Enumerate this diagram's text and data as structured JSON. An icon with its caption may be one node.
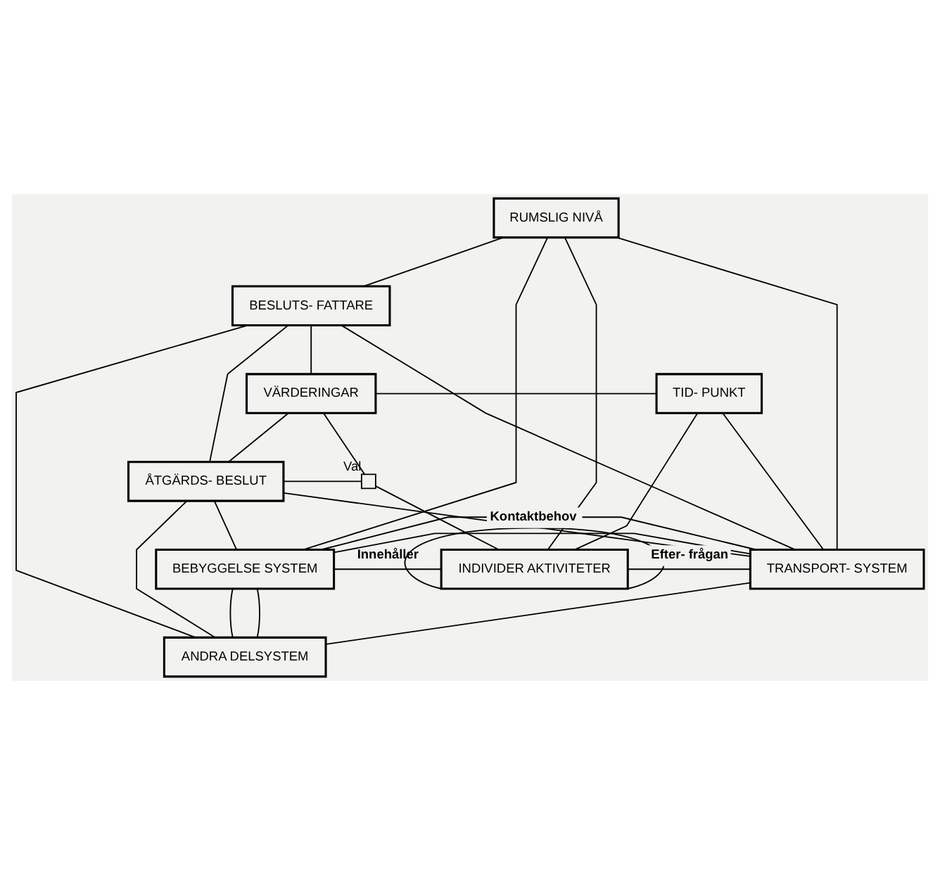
{
  "diagram": {
    "nodes": [
      {
        "text": [
          "RUMSLIG NIVÅ"
        ]
      },
      {
        "text": [
          "BESLUTS- FATTARE"
        ]
      },
      {
        "text": [
          "VÄRDERINGAR"
        ]
      },
      {
        "text": [
          "TID- PUNKT"
        ]
      },
      {
        "text": [
          "ÅTGÄRDS- BESLUT"
        ]
      },
      {
        "text": [],
        "shape": "box",
        "beside": [
          "Val"
        ]
      },
      {
        "text": [
          "BEBYGGELSE SYSTEM"
        ]
      },
      {
        "text": [
          "INDIVIDER AKTIVITETER"
        ]
      },
      {
        "text": [
          "TRANSPORT- SYSTEM"
        ]
      },
      {
        "text": [
          "ANDRA DELSYSTEM"
        ]
      }
    ],
    "edges": [
      {
        "from": 0,
        "to": 1,
        "arrow": "none"
      },
      {
        "from": 0,
        "to": 8,
        "arrow": "none"
      },
      {
        "from": 0,
        "to": 6,
        "arrow": "none"
      },
      {
        "from": 0,
        "to": 7,
        "arrow": "none"
      },
      {
        "from": 1,
        "to": 4,
        "arrow": "none"
      },
      {
        "from": 1,
        "to": 2,
        "arrow": "none"
      },
      {
        "from": 1,
        "to": 8,
        "arrow": "none"
      },
      {
        "from": 1,
        "to": 9,
        "arrow": "none"
      },
      {
        "from": 2,
        "to": 3,
        "arrow": "none"
      },
      {
        "from": 3,
        "to": 8,
        "arrow": "none"
      },
      {
        "from": 3,
        "to": 7,
        "arrow": "none"
      },
      {
        "from": 4,
        "to": 2,
        "arrow": "none"
      },
      {
        "from": 4,
        "to": 8,
        "arrow": "none"
      },
      {
        "from": 4,
        "to": 5,
        "arrow": "none"
      },
      {
        "from": 2,
        "to": 5,
        "arrow": "none"
      },
      {
        "from": 5,
        "to": 7,
        "arrow": "none"
      },
      {
        "from": 4,
        "to": 9,
        "arrow": "none"
      },
      {
        "from": 4,
        "to": 6,
        "arrow": "none"
      },
      {
        "from": 6,
        "to": 8,
        "arrow": "none"
      },
      {
        "from": 6,
        "to": 7,
        "label": "Innehåller",
        "arrow": "none"
      },
      {
        "from": 7,
        "to": 8,
        "label": "Efter- frågan",
        "arrow": "none"
      },
      {
        "from": 7,
        "to": 7,
        "label": "Kontaktbehov",
        "arrow": "none"
      },
      {
        "from": 6,
        "to": 9,
        "arrow": "none"
      },
      {
        "from": 6,
        "to": 8,
        "arrow": "none"
      },
      {
        "from": 6,
        "to": 9,
        "arrow": "none"
      },
      {
        "from": 9,
        "to": 8,
        "arrow": "none"
      }
    ]
  }
}
